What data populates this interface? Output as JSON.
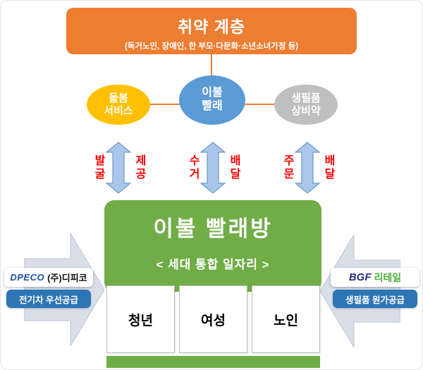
{
  "colors": {
    "orange": "#ED7D31",
    "yellow": "#FFC000",
    "blue": "#5B9BD5",
    "gray": "#BFBFBF",
    "green": "#70AD47",
    "arrow_blue": "#A9C7E9",
    "red_label": "#FF0000",
    "badge_blue": "#2E75B6",
    "side_arrow_gray": "#D9DEE8"
  },
  "header": {
    "title": "취약 계층",
    "subtitle": "(독거노인, 장애인, 한 부모·다문화·소년소녀가정 등)"
  },
  "services": [
    {
      "line1": "돌봄",
      "line2": "서비스"
    },
    {
      "line1": "이불",
      "line2": "빨래"
    },
    {
      "line1": "생필품",
      "line2": "상비약"
    }
  ],
  "flows": [
    {
      "left": "발굴",
      "right": "제공"
    },
    {
      "left": "수거",
      "right": "배달"
    },
    {
      "left": "주문",
      "right": "배달"
    }
  ],
  "laundry": {
    "title": "이불 빨래방",
    "subtitle": "< 세대 통합 일자리 >"
  },
  "workers": [
    "청년",
    "여성",
    "노인"
  ],
  "partners": {
    "left": {
      "logo": "DPECO",
      "company": "(주)디피코",
      "badge": "전기차 우선공급"
    },
    "right": {
      "logo": "BGF",
      "logo_suffix": "리테일",
      "badge": "생필품 원가공급"
    }
  }
}
